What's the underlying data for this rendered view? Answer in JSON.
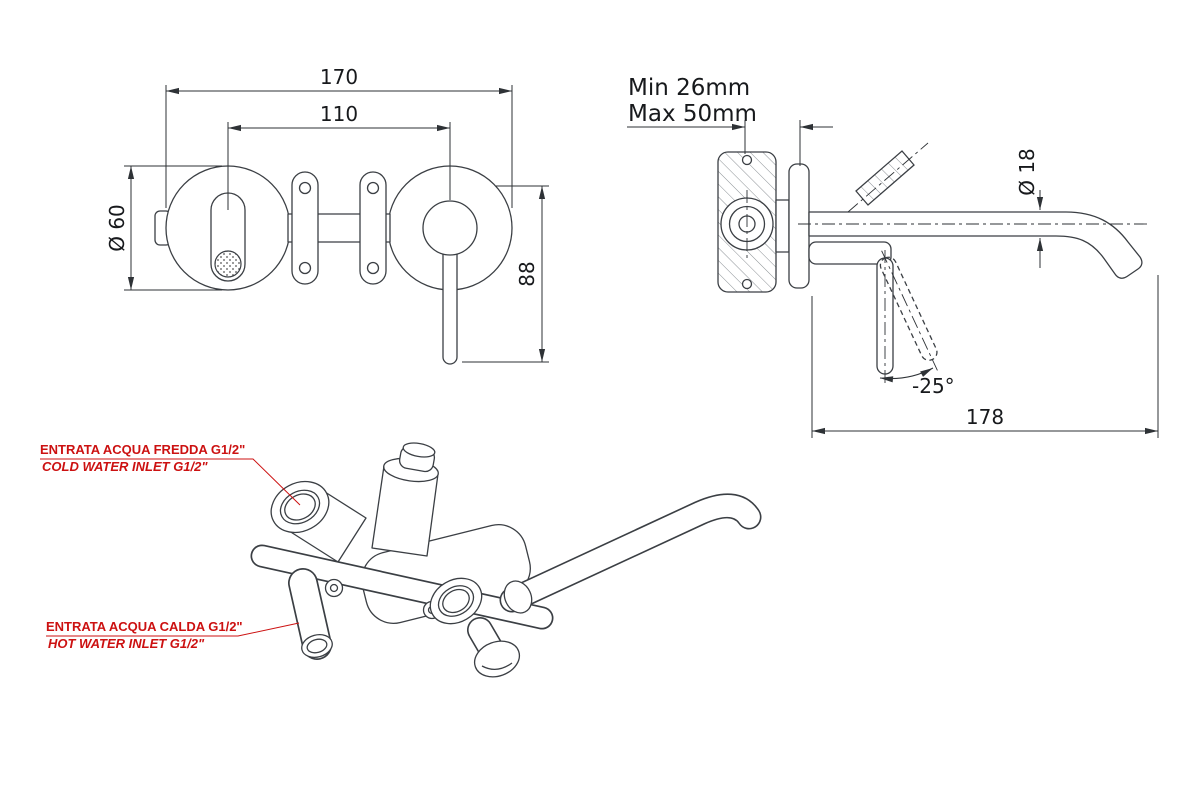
{
  "drawing": {
    "front_view": {
      "dim_overall_width": "170",
      "dim_center_distance": "110",
      "dim_body_diameter": "Ø 60",
      "dim_handle_height": "88"
    },
    "side_view": {
      "wall_depth_min": "Min 26mm",
      "wall_depth_max": "Max 50mm",
      "dim_spout_diameter": "Ø 18",
      "dim_handle_angle": "-25°",
      "dim_spout_length": "178"
    },
    "perspective_view": {
      "cold_inlet_line1": "ENTRATA ACQUA FREDDA G1/2\"",
      "cold_inlet_line2": "COLD WATER INLET G1/2\"",
      "hot_inlet_line1": "ENTRATA ACQUA CALDA G1/2\"",
      "hot_inlet_line2": "HOT WATER INLET G1/2\""
    },
    "colors": {
      "line": "#3b3f44",
      "dimension_text": "#17191c",
      "inlet_label_red": "#cc1111",
      "background": "#ffffff"
    }
  }
}
